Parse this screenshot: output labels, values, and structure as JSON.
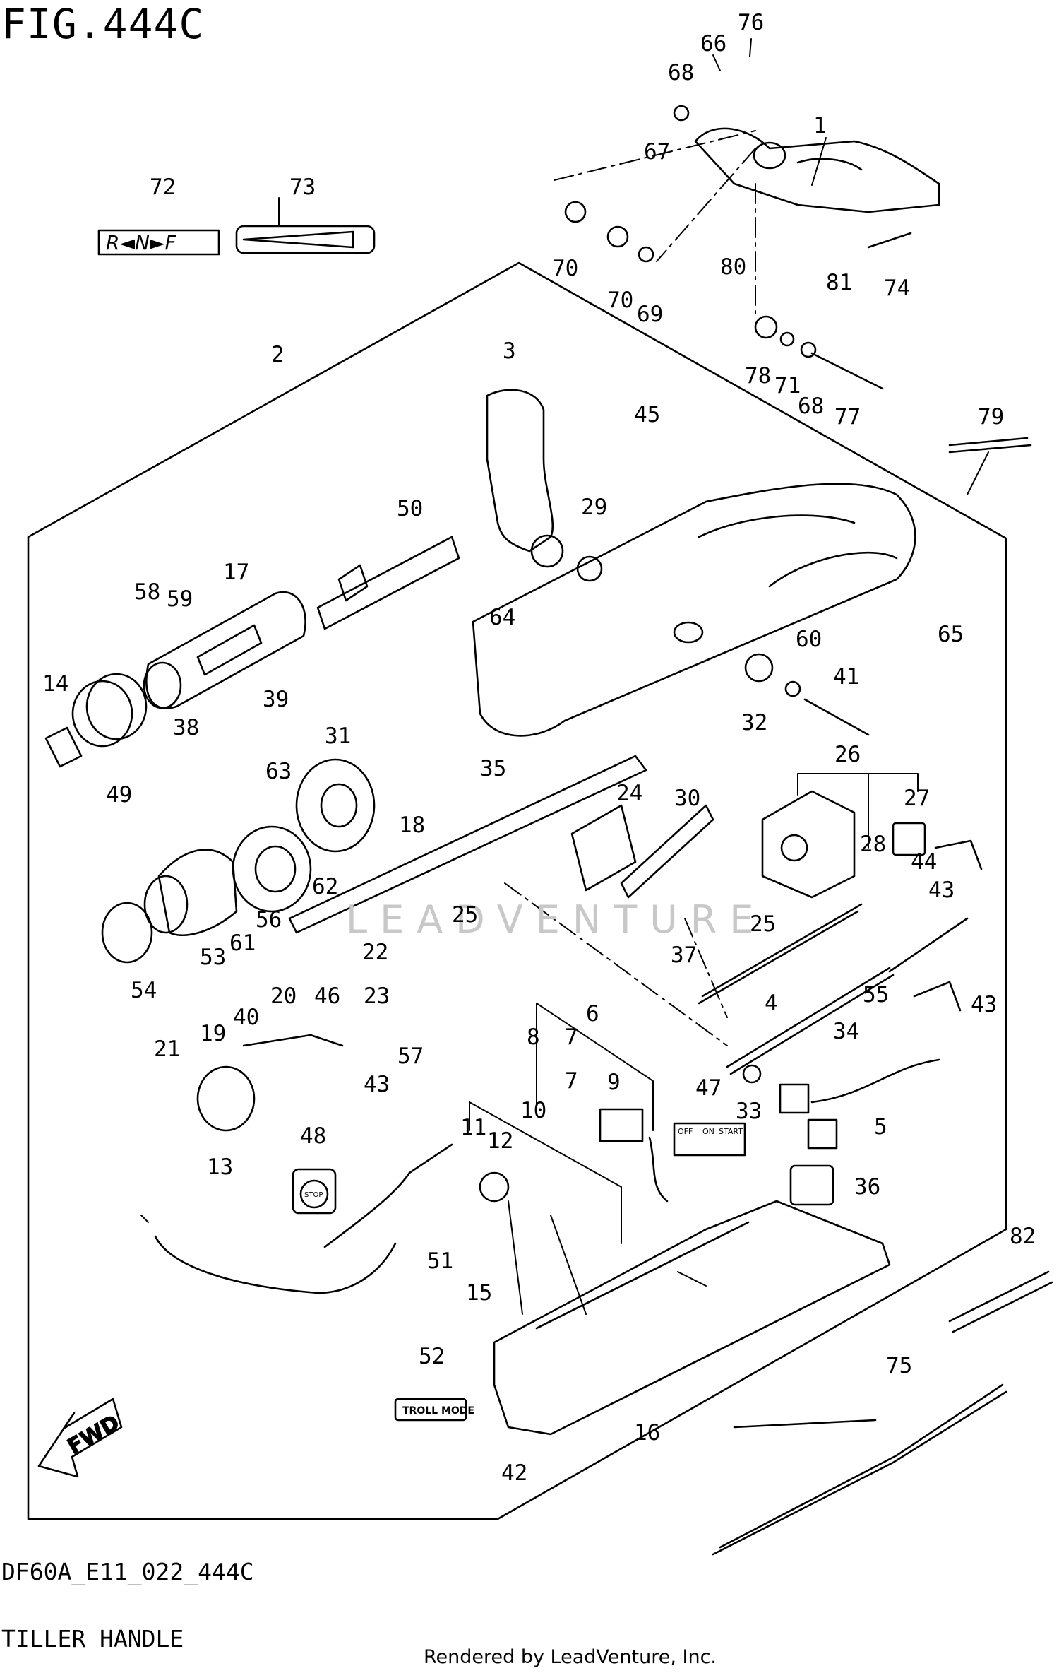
{
  "figure": {
    "title": "FIG.444C",
    "code": "DF60A_E11_022_444C",
    "name": "TILLER HANDLE",
    "credit": "Rendered by LeadVenture, Inc.",
    "watermark": "LEADVENTURE"
  },
  "decals": {
    "shift": "R◄N►F",
    "switch": {
      "off": "OFF",
      "on": "ON",
      "start": "START"
    },
    "stop": "STOP",
    "troll": "TROLL MODE",
    "fwd": "FWD"
  },
  "parts": {
    "p1": "1",
    "p2": "2",
    "p3": "3",
    "p4": "4",
    "p5": "5",
    "p6": "6",
    "p7a": "7",
    "p7b": "7",
    "p8": "8",
    "p9": "9",
    "p10": "10",
    "p11": "11",
    "p12": "12",
    "p13": "13",
    "p14": "14",
    "p15": "15",
    "p16": "16",
    "p17": "17",
    "p18": "18",
    "p19": "19",
    "p20": "20",
    "p21": "21",
    "p22": "22",
    "p23": "23",
    "p24": "24",
    "p25a": "25",
    "p25b": "25",
    "p26": "26",
    "p27": "27",
    "p28": "28",
    "p29": "29",
    "p30": "30",
    "p31": "31",
    "p32": "32",
    "p33": "33",
    "p34": "34",
    "p35": "35",
    "p36": "36",
    "p37": "37",
    "p38": "38",
    "p39": "39",
    "p40": "40",
    "p41": "41",
    "p42": "42",
    "p43a": "43",
    "p43b": "43",
    "p43c": "43",
    "p44": "44",
    "p45": "45",
    "p46": "46",
    "p47": "47",
    "p48": "48",
    "p49": "49",
    "p50": "50",
    "p51": "51",
    "p52": "52",
    "p53": "53",
    "p54": "54",
    "p55": "55",
    "p56": "56",
    "p57": "57",
    "p58": "58",
    "p59": "59",
    "p60": "60",
    "p61": "61",
    "p62": "62",
    "p63": "63",
    "p64": "64",
    "p65": "65",
    "p66": "66",
    "p67": "67",
    "p68a": "68",
    "p68b": "68",
    "p69": "69",
    "p70a": "70",
    "p70b": "70",
    "p71": "71",
    "p72": "72",
    "p73": "73",
    "p74": "74",
    "p75": "75",
    "p76": "76",
    "p77": "77",
    "p78": "78",
    "p79": "79",
    "p80": "80",
    "p81": "81",
    "p82": "82"
  }
}
